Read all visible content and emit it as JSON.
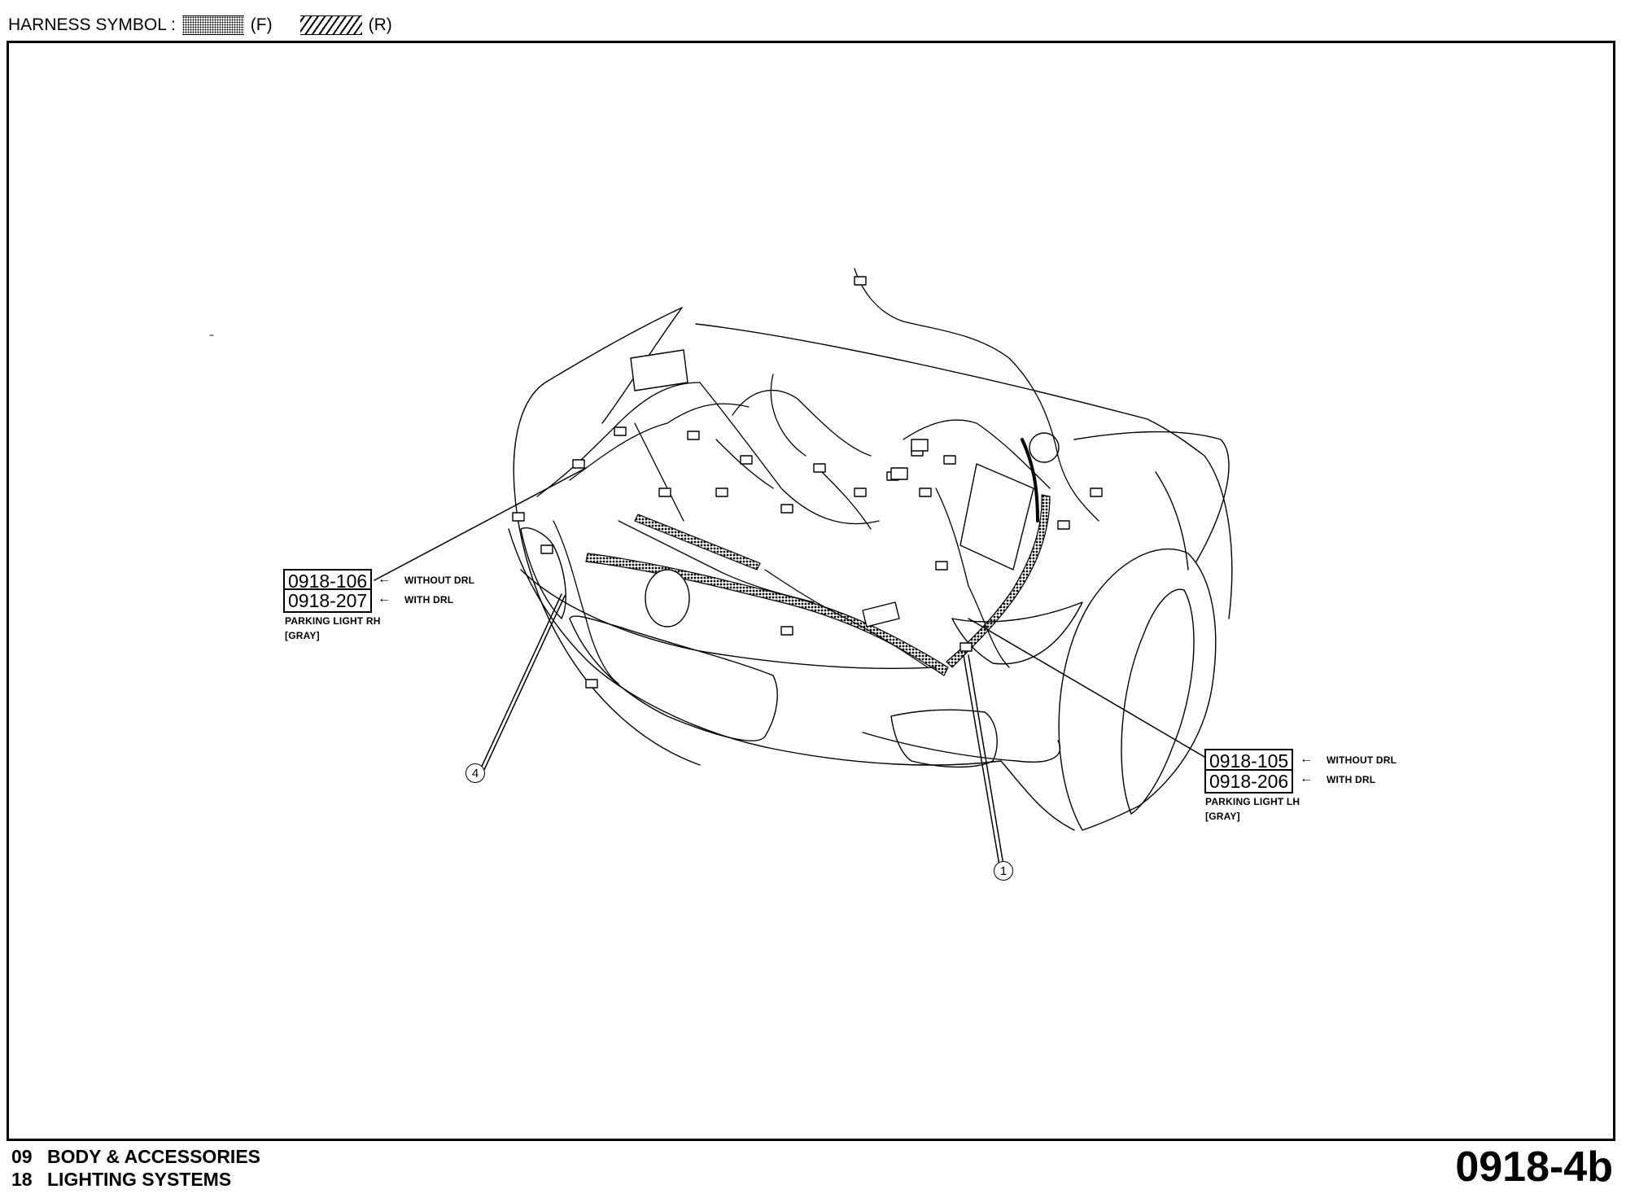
{
  "header": {
    "label": "HARNESS SYMBOL :",
    "front_symbol_label": "(F)",
    "rear_symbol_label": "(R)"
  },
  "callouts": {
    "right_side": {
      "code_without": "0918-106",
      "note_without": "WITHOUT DRL",
      "code_with": "0918-207",
      "note_with": "WITH DRL",
      "name": "PARKING LIGHT RH",
      "color": "[GRAY]"
    },
    "left_side": {
      "code_without": "0918-105",
      "note_without": "WITHOUT DRL",
      "code_with": "0918-206",
      "note_with": "WITH DRL",
      "name": "PARKING LIGHT LH",
      "color": "[GRAY]"
    }
  },
  "markers": {
    "marker_4": "4",
    "marker_1": "1"
  },
  "footer": {
    "line1_num": "09",
    "line1_text": "BODY & ACCESSORIES",
    "line2_num": "18",
    "line2_text": "LIGHTING SYSTEMS",
    "page_code": "0918-4b"
  }
}
